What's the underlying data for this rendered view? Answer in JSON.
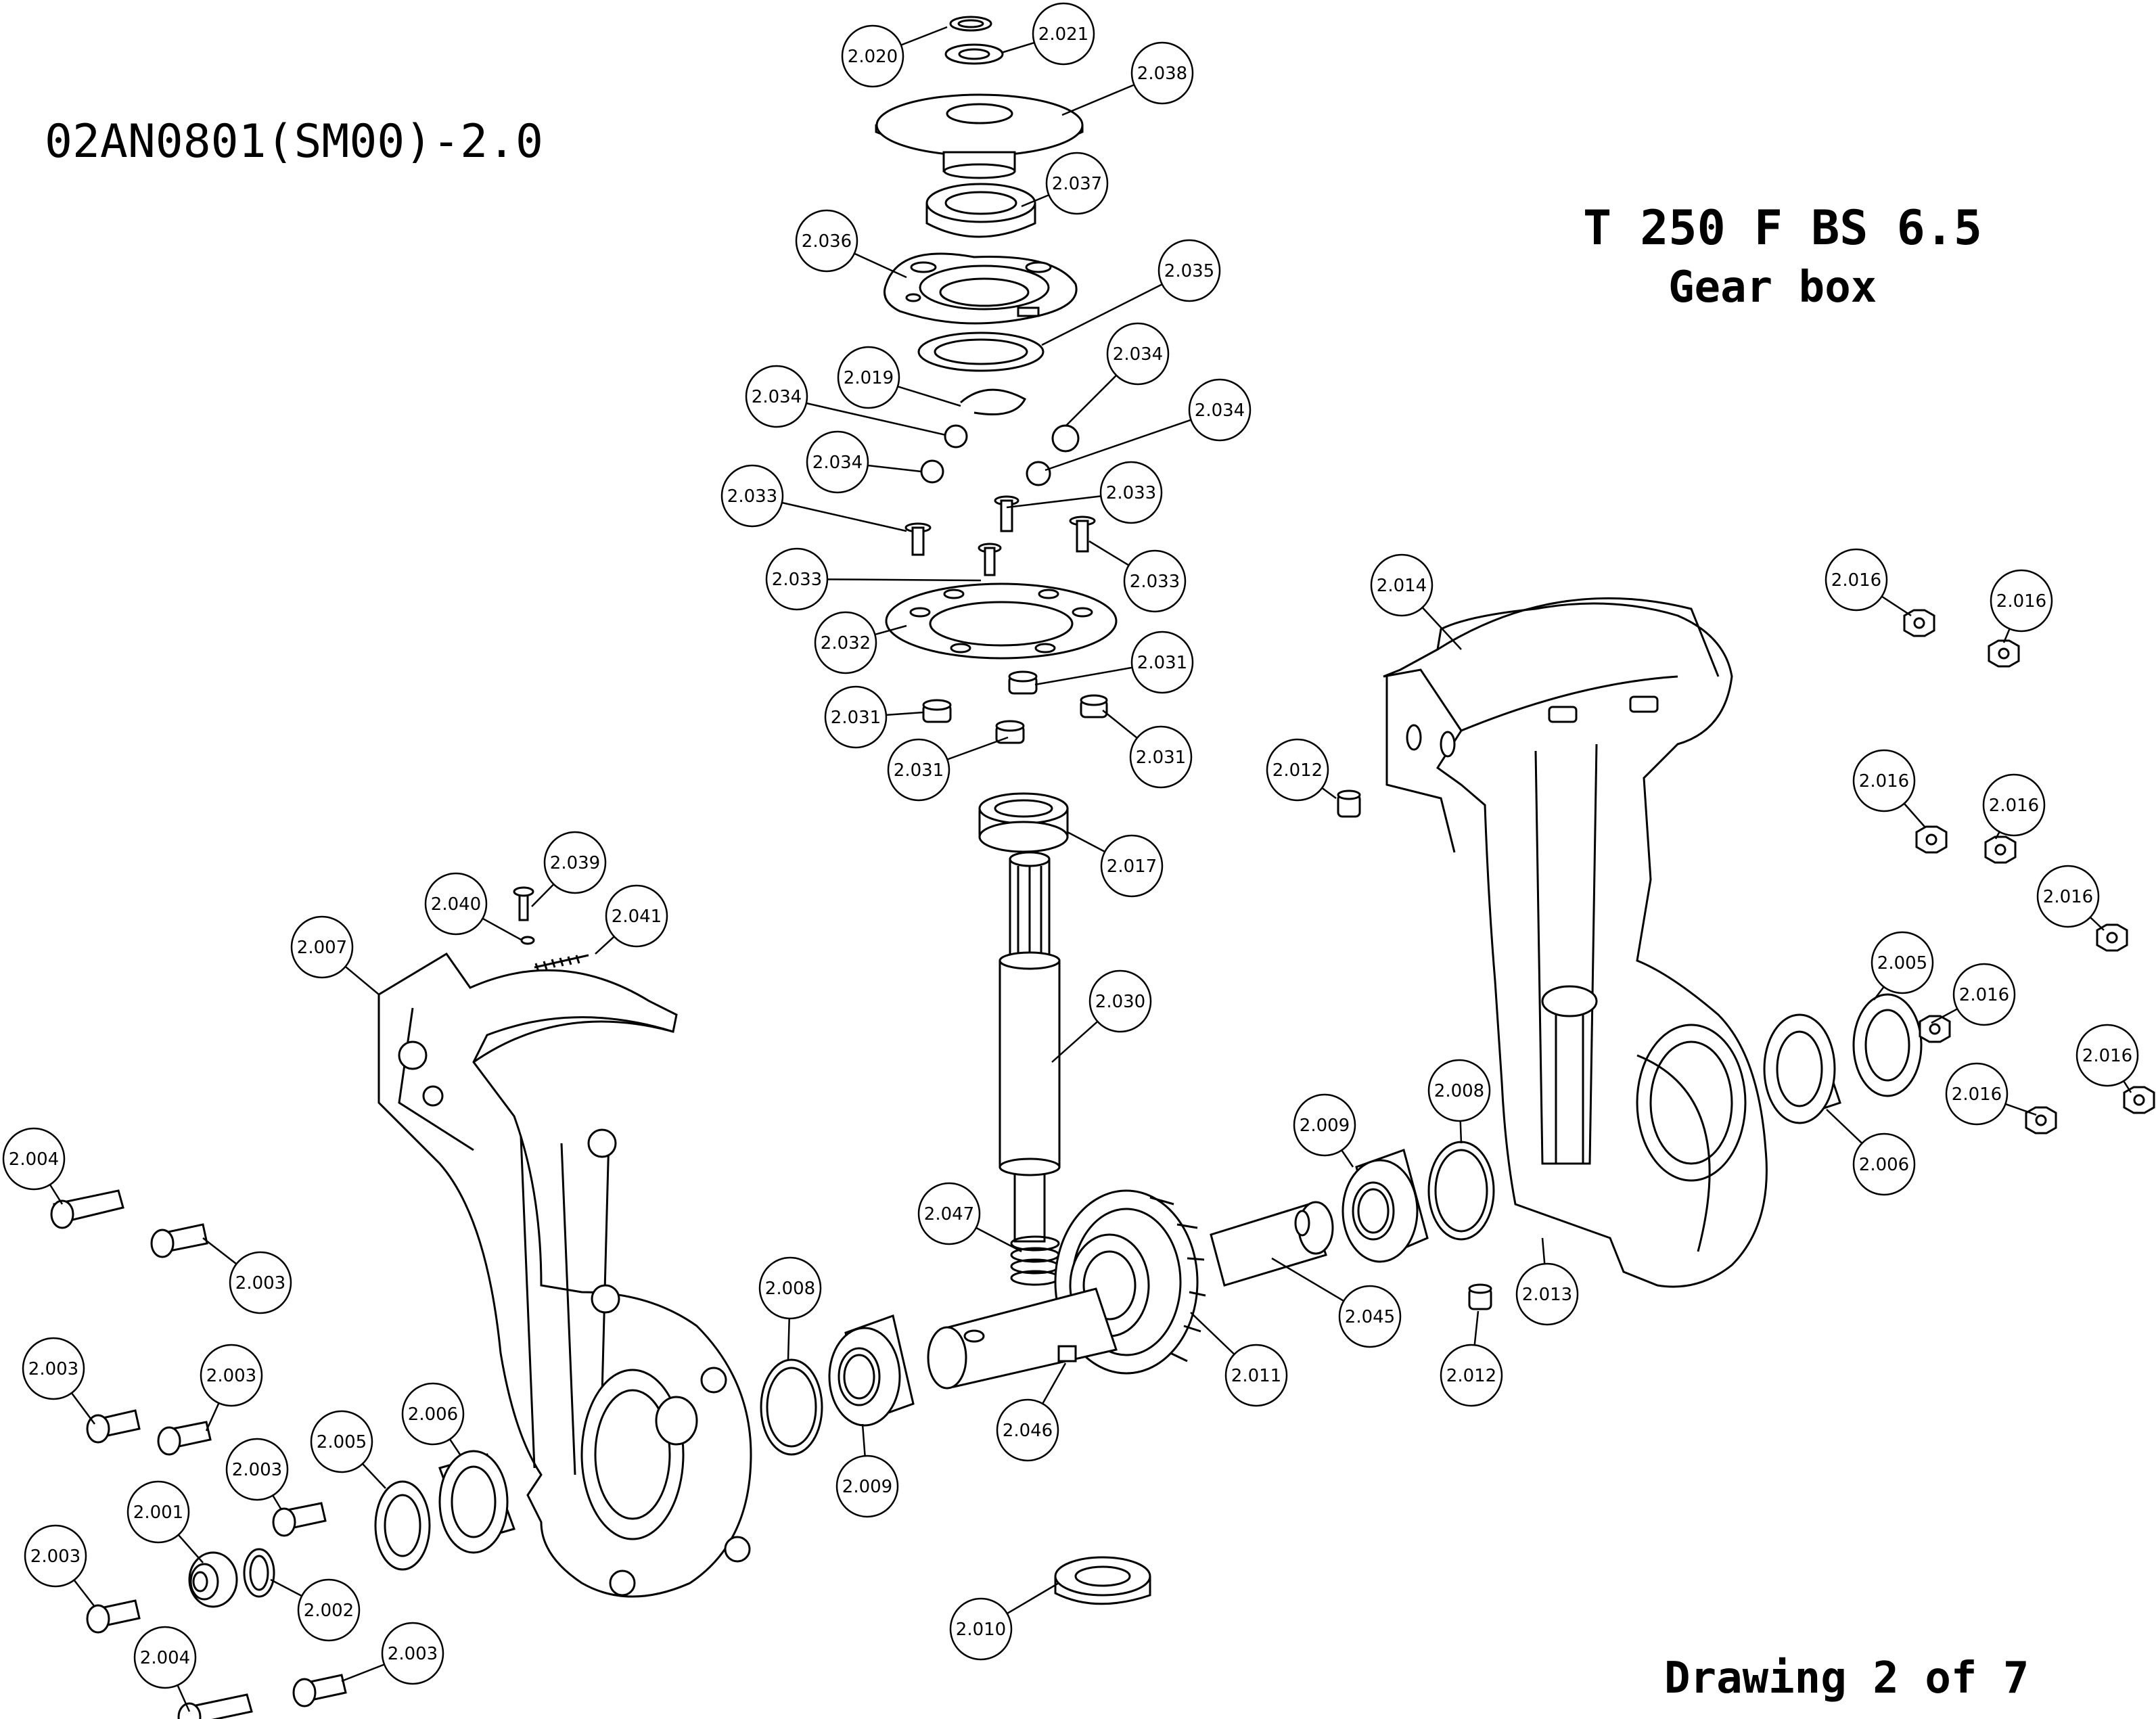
{
  "header": {
    "document_number": "02AN0801(SM00)-2.0",
    "model": "T 250 F BS 6.5",
    "subtitle": "Gear box",
    "sheet": "Drawing 2 of 7"
  },
  "callouts": [
    {
      "label": "2.020"
    },
    {
      "label": "2.021"
    },
    {
      "label": "2.038"
    },
    {
      "label": "2.037"
    },
    {
      "label": "2.036"
    },
    {
      "label": "2.035"
    },
    {
      "label": "2.019"
    },
    {
      "label": "2.034"
    },
    {
      "label": "2.034"
    },
    {
      "label": "2.034"
    },
    {
      "label": "2.034"
    },
    {
      "label": "2.033"
    },
    {
      "label": "2.033"
    },
    {
      "label": "2.033"
    },
    {
      "label": "2.033"
    },
    {
      "label": "2.032"
    },
    {
      "label": "2.031"
    },
    {
      "label": "2.031"
    },
    {
      "label": "2.031"
    },
    {
      "label": "2.031"
    },
    {
      "label": "2.017"
    },
    {
      "label": "2.030"
    },
    {
      "label": "2.039"
    },
    {
      "label": "2.040"
    },
    {
      "label": "2.041"
    },
    {
      "label": "2.007"
    },
    {
      "label": "2.014"
    },
    {
      "label": "2.012"
    },
    {
      "label": "2.016"
    },
    {
      "label": "2.016"
    },
    {
      "label": "2.016"
    },
    {
      "label": "2.016"
    },
    {
      "label": "2.016"
    },
    {
      "label": "2.016"
    },
    {
      "label": "2.016"
    },
    {
      "label": "2.016"
    },
    {
      "label": "2.005"
    },
    {
      "label": "2.006"
    },
    {
      "label": "2.008"
    },
    {
      "label": "2.009"
    },
    {
      "label": "2.013"
    },
    {
      "label": "2.012"
    },
    {
      "label": "2.045"
    },
    {
      "label": "2.047"
    },
    {
      "label": "2.011"
    },
    {
      "label": "2.046"
    },
    {
      "label": "2.008"
    },
    {
      "label": "2.009"
    },
    {
      "label": "2.010"
    },
    {
      "label": "2.004"
    },
    {
      "label": "2.003"
    },
    {
      "label": "2.003"
    },
    {
      "label": "2.003"
    },
    {
      "label": "2.003"
    },
    {
      "label": "2.005"
    },
    {
      "label": "2.006"
    },
    {
      "label": "2.001"
    },
    {
      "label": "2.002"
    },
    {
      "label": "2.003"
    },
    {
      "label": "2.004"
    },
    {
      "label": "2.003"
    }
  ]
}
